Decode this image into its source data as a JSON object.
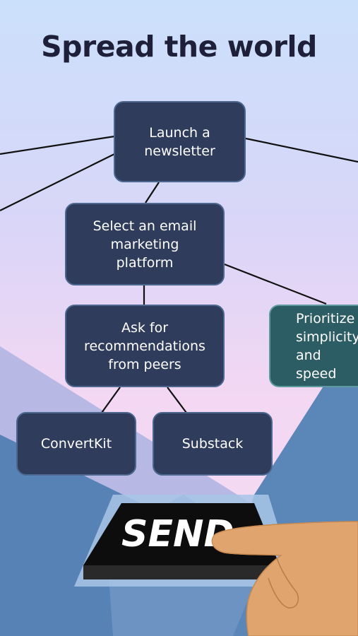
{
  "title": "Spread the world",
  "nodes": {
    "launch": "Launch a\nnewsletter",
    "select": "Select an email\nmarketing\nplatform",
    "ask": "Ask for\nrecommendations\nfrom peers",
    "prioritize": "Prioritize\nsimplicity\nand speed",
    "convertkit": "ConvertKit",
    "substack": "Substack"
  },
  "send_button": {
    "label": "SEND"
  },
  "colors": {
    "node_fill": "#2f3c5c",
    "node_border": "#4c6890",
    "teal_fill": "#2d5d64",
    "mountain": "#5a86b8",
    "title": "#1d2038",
    "skin": "#e0a56e"
  }
}
